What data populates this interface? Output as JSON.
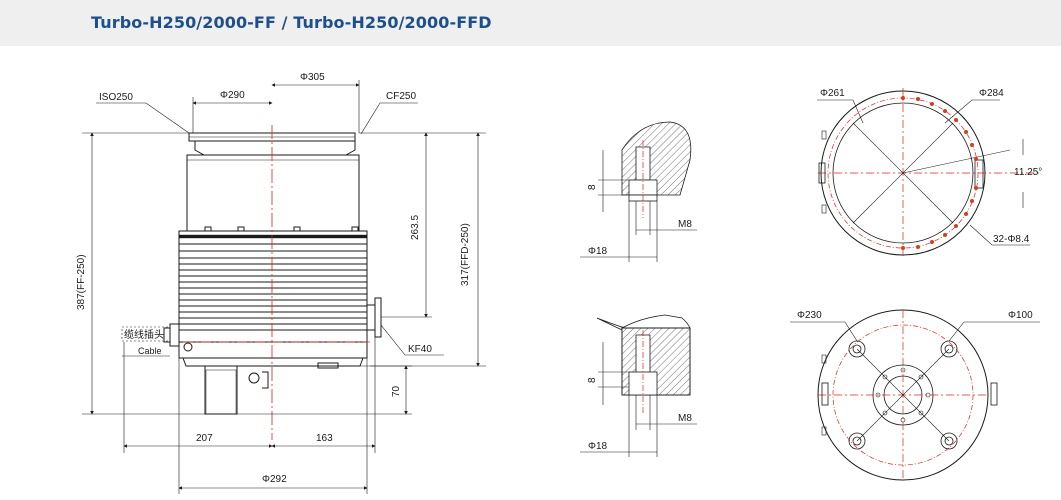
{
  "header": {
    "title": "Turbo-H250/2000-FF / Turbo-H250/2000-FFD"
  },
  "main_view": {
    "iso_flange": "ISO250",
    "cf_flange": "CF250",
    "dia_290": "Φ290",
    "dia_305": "Φ305",
    "h_263": "263.5",
    "h_317": "317(FFD-250)",
    "h_387": "387(FF-250)",
    "kf40": "KF40",
    "cable_cn": "缆线插头",
    "cable_en": "Cable",
    "h_70": "70",
    "w_207": "207",
    "w_163": "163",
    "w_292": "Φ292"
  },
  "detail_upper": {
    "h_8": "8",
    "thread": "M8",
    "dia_18": "Φ18"
  },
  "detail_lower": {
    "h_8": "8",
    "thread": "M8",
    "dia_18": "Φ18"
  },
  "top_view_upper": {
    "dia_261": "Φ261",
    "dia_284": "Φ284",
    "angle": "11.25°",
    "holes": "32-Φ8.4"
  },
  "top_view_lower": {
    "dia_230": "Φ230",
    "dia_100": "Φ100"
  },
  "colors": {
    "title": "#1d4f8c",
    "line": "#1a1a1a",
    "center": "#e02020",
    "header_bg": "#efefef"
  }
}
